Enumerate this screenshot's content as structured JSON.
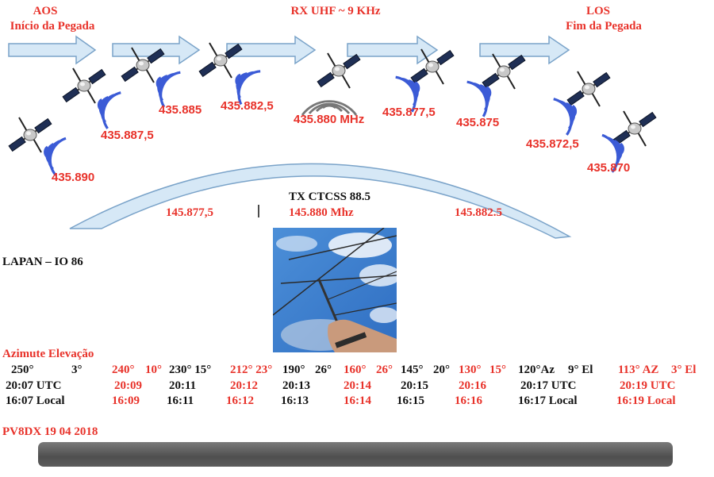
{
  "header": {
    "aos": "AOS",
    "aos_sub": "Início da Pegada",
    "rx": "RX  UHF   ~ 9 KHz",
    "los": "LOS",
    "los_sub": "Fim da Pegada"
  },
  "downlink_frequencies": [
    "435.890",
    "435.887,5",
    "435.885",
    "435.882,5",
    "435.880 MHz",
    "435.877,5",
    "435.875",
    "435.872,5",
    "435.870"
  ],
  "uplink": {
    "tx_label": "TX CTCSS 88.5",
    "left_freq": "145.877,5",
    "center_freq": "145.880 Mhz",
    "right_freq": "145.882.5"
  },
  "satellite_name": "LAPAN – IO 86",
  "pass_table": {
    "header": "Azimute  Elevação",
    "columns": [
      {
        "angle": "250°",
        "elev": "3°",
        "utc": "20:07 UTC",
        "local": "16:07 Local",
        "color": "#111111"
      },
      {
        "angle": "240°",
        "elev": "10°",
        "utc": "20:09",
        "local": "16:09",
        "color": "#e8322a"
      },
      {
        "angle": "230° 15°",
        "elev": "",
        "utc": "20:11",
        "local": "16:11",
        "color": "#111111"
      },
      {
        "angle": "212° 23°",
        "elev": "",
        "utc": "20:12",
        "local": "16:12",
        "color": "#e8322a"
      },
      {
        "angle": "190°",
        "elev": "26°",
        "utc": "20:13",
        "local": "16:13",
        "color": "#111111"
      },
      {
        "angle": "160°",
        "elev": "26°",
        "utc": "20:14",
        "local": "16:14",
        "color": "#e8322a"
      },
      {
        "angle": "145°",
        "elev": "20°",
        "utc": "20:15",
        "local": "16:15",
        "color": "#111111"
      },
      {
        "angle": "130°",
        "elev": "15°",
        "utc": "20:16",
        "local": "16:16",
        "color": "#e8322a"
      },
      {
        "angle": "120°Az",
        "elev": "9° El",
        "utc": "20:17 UTC",
        "local": "16:17 Local",
        "color": "#111111"
      },
      {
        "angle": "113° AZ",
        "elev": "3°  El",
        "utc": "20:19  UTC",
        "local": "16:19  Local",
        "color": "#e8322a"
      }
    ]
  },
  "footer": {
    "callsign_date": "PV8DX 19 04  2018"
  },
  "colors": {
    "accent_red": "#e8322a",
    "arrow_fill": "#d6e8f6",
    "arrow_stroke": "#7aa3c9",
    "signal_blue": "#3b5bd6",
    "signal_gray": "#777777",
    "bar_gray": "#5a5a5a"
  }
}
